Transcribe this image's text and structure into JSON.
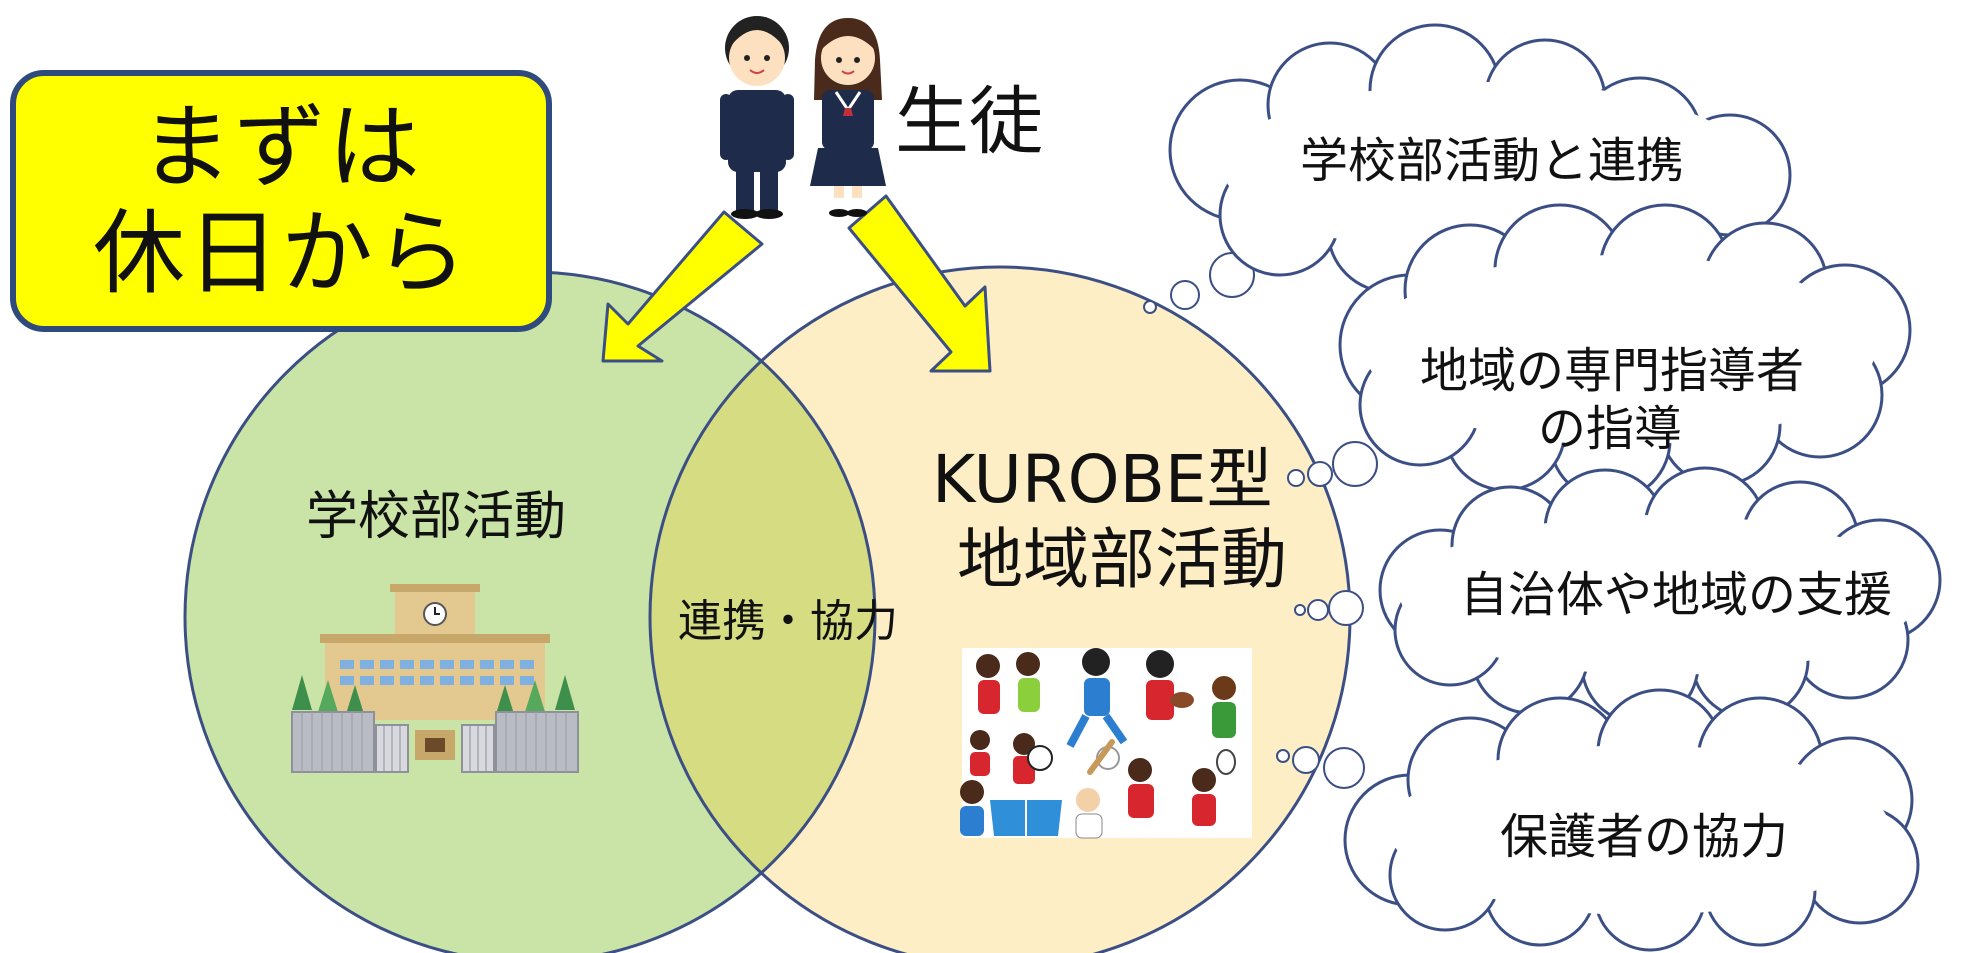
{
  "callout": {
    "line1": "まずは",
    "line2": "休日から",
    "fill": "#ffff00",
    "border": "#2f4a7c"
  },
  "students": {
    "label": "生徒",
    "icon": "student-pair-icon"
  },
  "school": {
    "label": "学校部活動",
    "icon": "school-building-icon",
    "fill": "#c9e4a6"
  },
  "overlap": {
    "label": "連携・協力",
    "fill": "#d5dc82"
  },
  "community": {
    "line1": "KUROBE型",
    "line2": "地域部活動",
    "icon": "sports-athletes-icon",
    "fill": "#fdeec5"
  },
  "outline_color": "#3b4f85",
  "arrow_color": "#ffff00",
  "clouds": [
    {
      "lines": [
        "学校部活動と連携"
      ]
    },
    {
      "lines": [
        "地域の専門指導者",
        "の指導"
      ]
    },
    {
      "lines": [
        "自治体や地域の支援"
      ]
    },
    {
      "lines": [
        "保護者の協力"
      ]
    }
  ]
}
